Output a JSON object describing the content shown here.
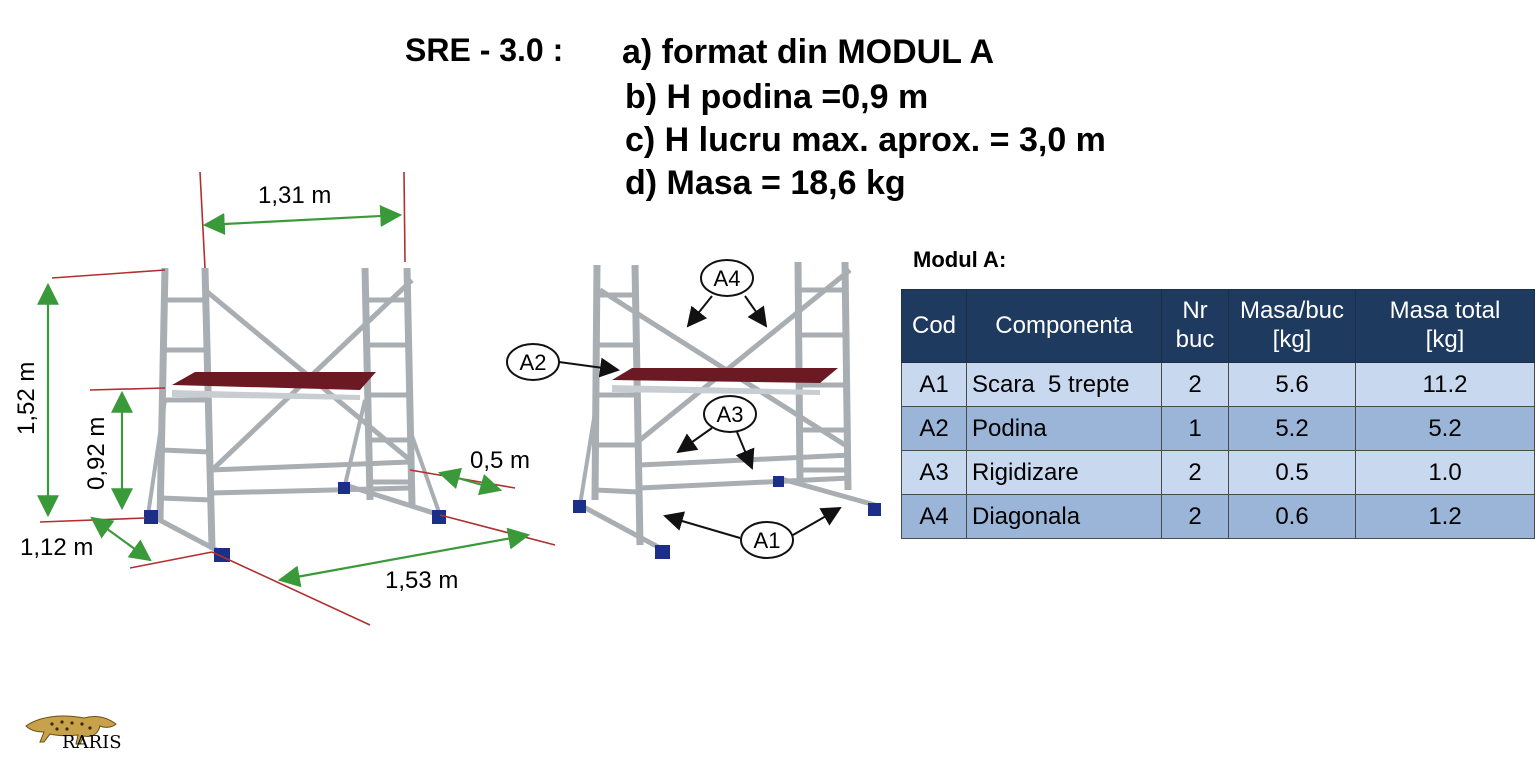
{
  "heading": {
    "model": "SRE - 3.0 :",
    "specs": [
      "a)  format din MODUL A",
      "b) H podina =0,9 m",
      "c) H lucru max. aprox. = 3,0 m",
      "d) Masa = 18,6 kg"
    ]
  },
  "dimensions": {
    "width_top": "1,31 m",
    "height_total": "1,52 m",
    "height_platform": "0,92 m",
    "depth_right": "0,5 m",
    "depth_left": "1,12 m",
    "length_bottom": "1,53 m"
  },
  "callouts": [
    "A1",
    "A2",
    "A3",
    "A4"
  ],
  "modul": {
    "title": "Modul A:",
    "headers": [
      "Cod",
      "Componenta",
      "Nr\nbuc",
      "Masa/buc\n[kg]",
      "Masa total\n[kg]"
    ],
    "rows": [
      {
        "cod": "A1",
        "componenta": "Scara  5 trepte",
        "nr": "2",
        "masa_buc": "5.6",
        "masa_total": "11.2"
      },
      {
        "cod": "A2",
        "componenta": "Podina",
        "nr": "1",
        "masa_buc": "5.2",
        "masa_total": "5.2"
      },
      {
        "cod": "A3",
        "componenta": "Rigidizare",
        "nr": "2",
        "masa_buc": "0.5",
        "masa_total": "1.0"
      },
      {
        "cod": "A4",
        "componenta": "Diagonala",
        "nr": "2",
        "masa_buc": "0.6",
        "masa_total": "1.2"
      }
    ]
  },
  "logo": {
    "text": "RARIS"
  },
  "colors": {
    "dimension_line": "#b03030",
    "arrow": "#3a9a3a",
    "platform": "#6b1a24",
    "table_header": "#1f3a5f"
  }
}
